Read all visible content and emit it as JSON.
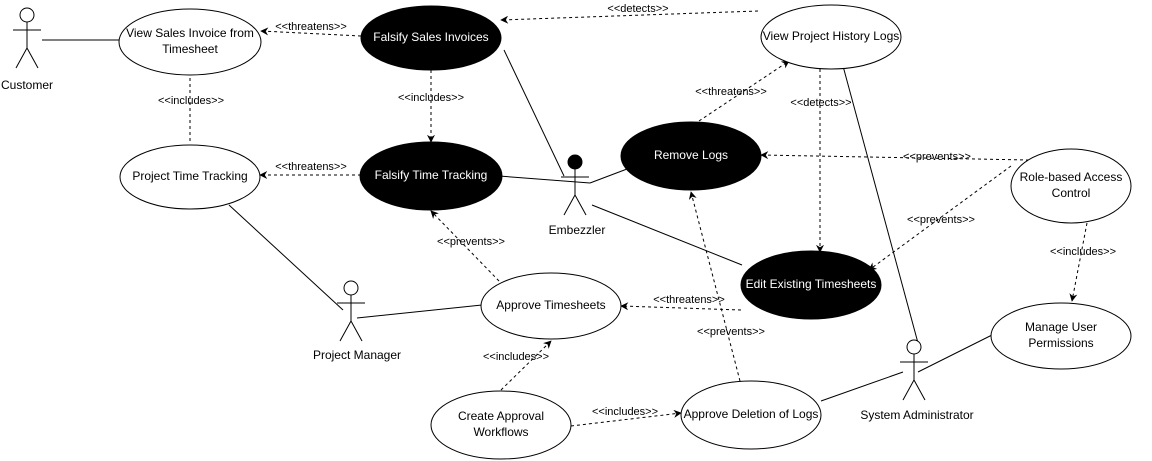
{
  "actors": [
    {
      "id": "customer",
      "name": "Customer"
    },
    {
      "id": "embezzler",
      "name": "Embezzler",
      "misuser": true
    },
    {
      "id": "pm",
      "name": "Project Manager"
    },
    {
      "id": "sysadmin",
      "name": "System Administrator"
    }
  ],
  "use_cases": [
    {
      "id": "view_invoice",
      "lines": [
        "View Sales Invoice from",
        "Timesheet"
      ],
      "misuse": false
    },
    {
      "id": "falsify_invoices",
      "lines": [
        "Falsify Sales Invoices"
      ],
      "misuse": true
    },
    {
      "id": "view_logs",
      "lines": [
        "View Project History Logs"
      ],
      "misuse": false
    },
    {
      "id": "remove_logs",
      "lines": [
        "Remove Logs"
      ],
      "misuse": true
    },
    {
      "id": "time_tracking",
      "lines": [
        "Project Time Tracking"
      ],
      "misuse": false
    },
    {
      "id": "falsify_time",
      "lines": [
        "Falsify Time Tracking"
      ],
      "misuse": true
    },
    {
      "id": "rbac",
      "lines": [
        "Role-based Access",
        "Control"
      ],
      "misuse": false
    },
    {
      "id": "edit_timesheets",
      "lines": [
        "Edit Existing Timesheets"
      ],
      "misuse": true
    },
    {
      "id": "approve_timesheets",
      "lines": [
        "Approve Timesheets"
      ],
      "misuse": false
    },
    {
      "id": "manage_perms",
      "lines": [
        "Manage User",
        "Permissions"
      ],
      "misuse": false
    },
    {
      "id": "approval_workflows",
      "lines": [
        "Create Approval",
        "Workflows"
      ],
      "misuse": false
    },
    {
      "id": "approve_deletion",
      "lines": [
        "Approve Deletion of Logs"
      ],
      "misuse": false
    }
  ],
  "relations": [
    {
      "from": "falsify_invoices",
      "to": "view_invoice",
      "label": "<<threatens>>"
    },
    {
      "from": "view_logs",
      "to": "falsify_invoices",
      "label": "<<detects>>"
    },
    {
      "from": "view_invoice",
      "to": "time_tracking",
      "label": "<<includes>>"
    },
    {
      "from": "falsify_invoices",
      "to": "falsify_time",
      "label": "<<includes>>"
    },
    {
      "from": "remove_logs",
      "to": "view_logs",
      "label": "<<threatens>>"
    },
    {
      "from": "view_logs",
      "to": "edit_timesheets",
      "label": "<<detects>>"
    },
    {
      "from": "falsify_time",
      "to": "time_tracking",
      "label": "<<threatens>>"
    },
    {
      "from": "rbac",
      "to": "remove_logs",
      "label": "<<prevents>>"
    },
    {
      "from": "rbac",
      "to": "edit_timesheets",
      "label": "<<prevents>>"
    },
    {
      "from": "approve_timesheets",
      "to": "falsify_time",
      "label": "<<prevents>>"
    },
    {
      "from": "rbac",
      "to": "manage_perms",
      "label": "<<includes>>"
    },
    {
      "from": "edit_timesheets",
      "to": "approve_timesheets",
      "label": "<<threatens>>"
    },
    {
      "from": "approve_deletion",
      "to": "remove_logs",
      "label": "<<prevents>>"
    },
    {
      "from": "approval_workflows",
      "to": "approve_timesheets",
      "label": "<<includes>>"
    },
    {
      "from": "approval_workflows",
      "to": "approve_deletion",
      "label": "<<includes>>"
    }
  ],
  "associations": [
    {
      "actor": "customer",
      "use_case": "view_invoice"
    },
    {
      "actor": "embezzler",
      "use_case": "falsify_invoices"
    },
    {
      "actor": "embezzler",
      "use_case": "falsify_time"
    },
    {
      "actor": "embezzler",
      "use_case": "remove_logs"
    },
    {
      "actor": "embezzler",
      "use_case": "edit_timesheets"
    },
    {
      "actor": "pm",
      "use_case": "time_tracking"
    },
    {
      "actor": "pm",
      "use_case": "approve_timesheets"
    },
    {
      "actor": "sysadmin",
      "use_case": "view_logs"
    },
    {
      "actor": "sysadmin",
      "use_case": "approve_deletion"
    },
    {
      "actor": "sysadmin",
      "use_case": "manage_perms"
    }
  ]
}
